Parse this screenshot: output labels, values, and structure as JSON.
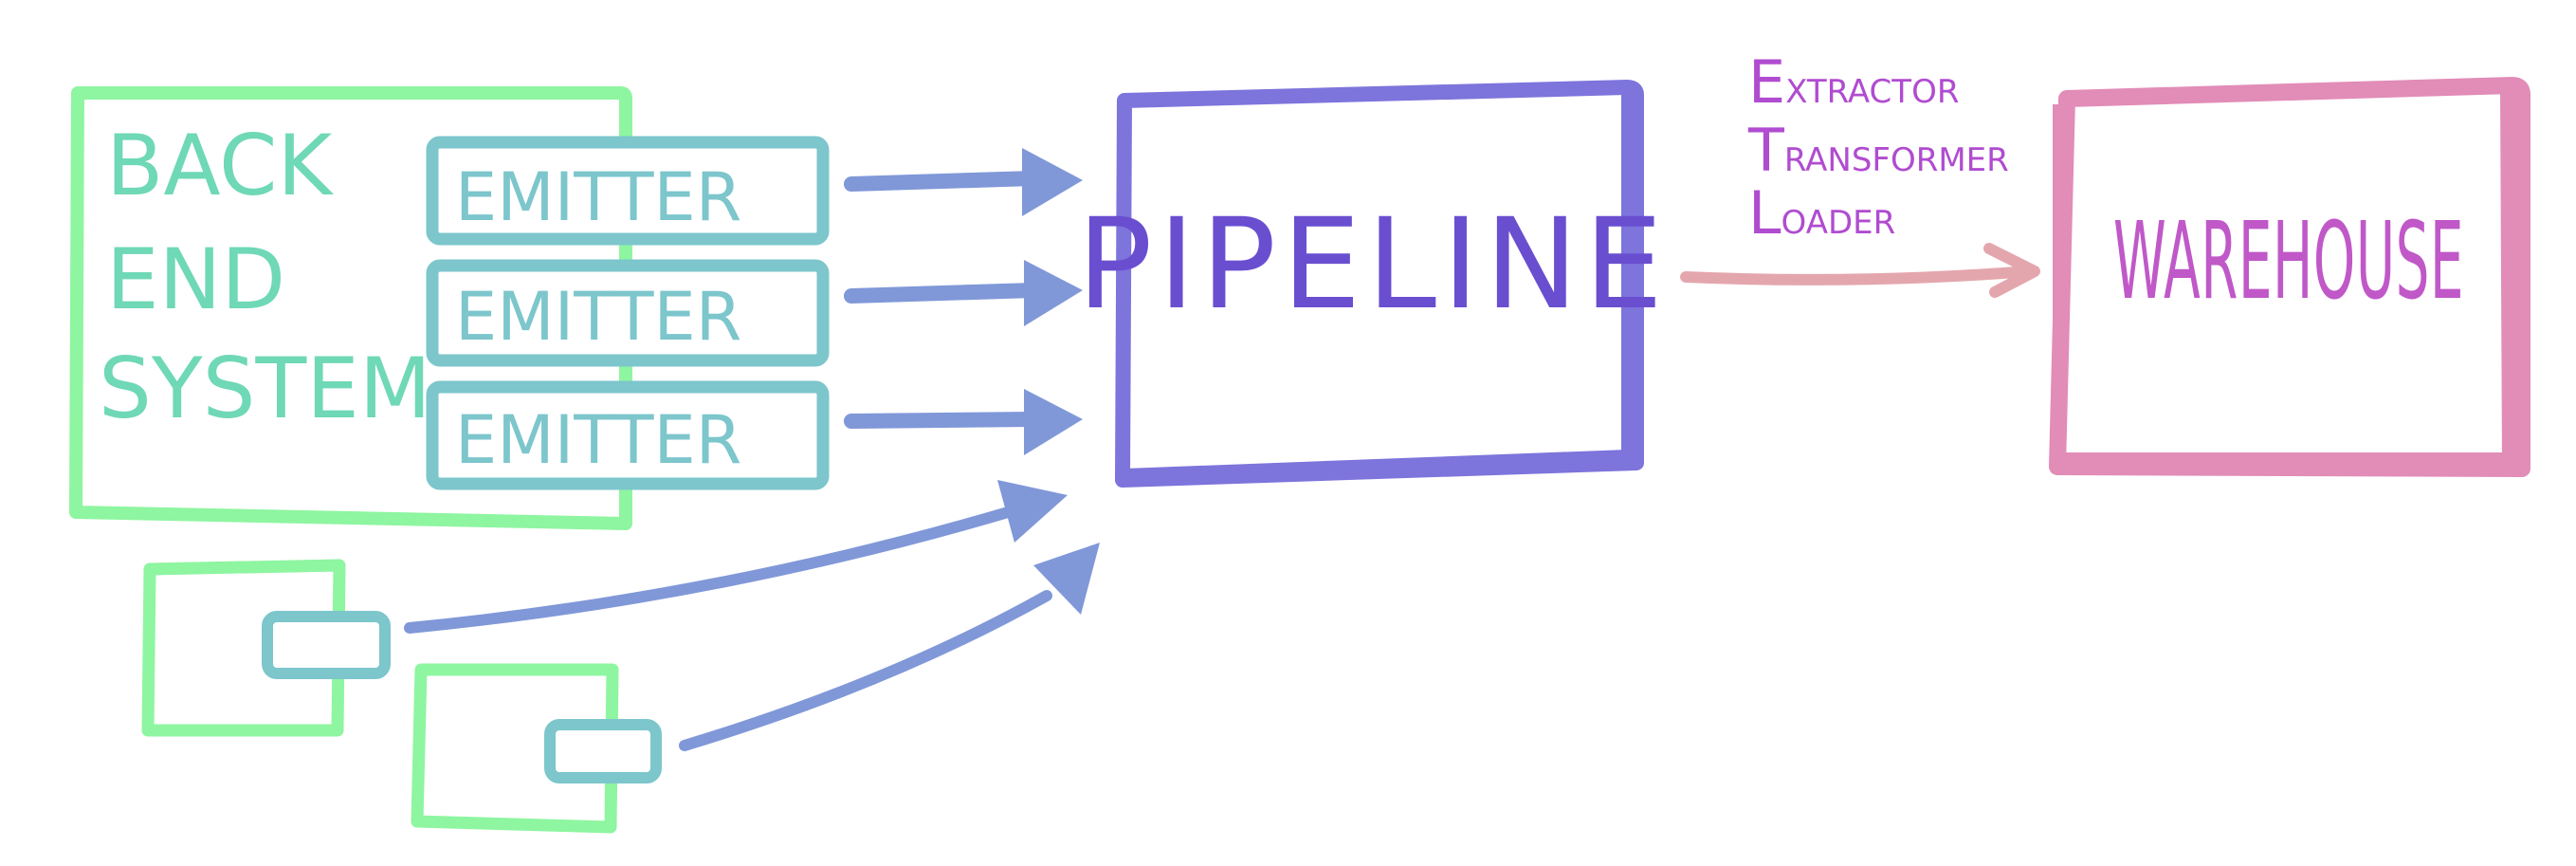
{
  "colors": {
    "backend": "#8ef5a0",
    "emitter": "#7cc6cc",
    "backend_text": "#6fd8b6",
    "arrow": "#8098d8",
    "pipeline": "#7d74dc",
    "pipeline_text": "#6a4ed0",
    "etl": "#b04cd0",
    "etl_arrow": "#e4a6ad",
    "warehouse": "#e28cb8",
    "warehouse_text": "#c058c8"
  },
  "backend": {
    "label_lines": [
      "BACK",
      "END",
      "SYSTEM"
    ],
    "emitters": [
      "EMITTER",
      "EMITTER",
      "EMITTER"
    ]
  },
  "small_systems": {
    "count": 2
  },
  "pipeline": {
    "label": "PIPELINE"
  },
  "etl": {
    "lines": [
      {
        "initial": "E",
        "rest": "XTRACTOR"
      },
      {
        "initial": "T",
        "rest": "RANSFORMER"
      },
      {
        "initial": "L",
        "rest": "OADER"
      }
    ]
  },
  "warehouse": {
    "label": "WAREHOUSE"
  }
}
